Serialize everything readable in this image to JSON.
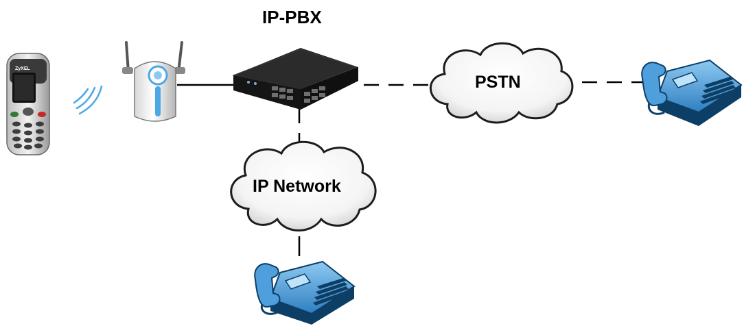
{
  "labels": {
    "pbx": "IP-PBX",
    "pstn": "PSTN",
    "ip_network": "IP Network",
    "handset_brand": "ZyXEL"
  },
  "colors": {
    "line": "#000000",
    "phone_blue": "#4f9fdd",
    "phone_dark": "#0c3e66",
    "cloud_edge": "#1c1c1c",
    "switch_body": "#1f1f1f"
  },
  "icons": [
    "wifi-handset-icon",
    "wireless-signal-icon",
    "access-point-icon",
    "ip-pbx-switch-icon",
    "pstn-cloud-icon",
    "ip-network-cloud-icon",
    "desk-phone-icon"
  ]
}
